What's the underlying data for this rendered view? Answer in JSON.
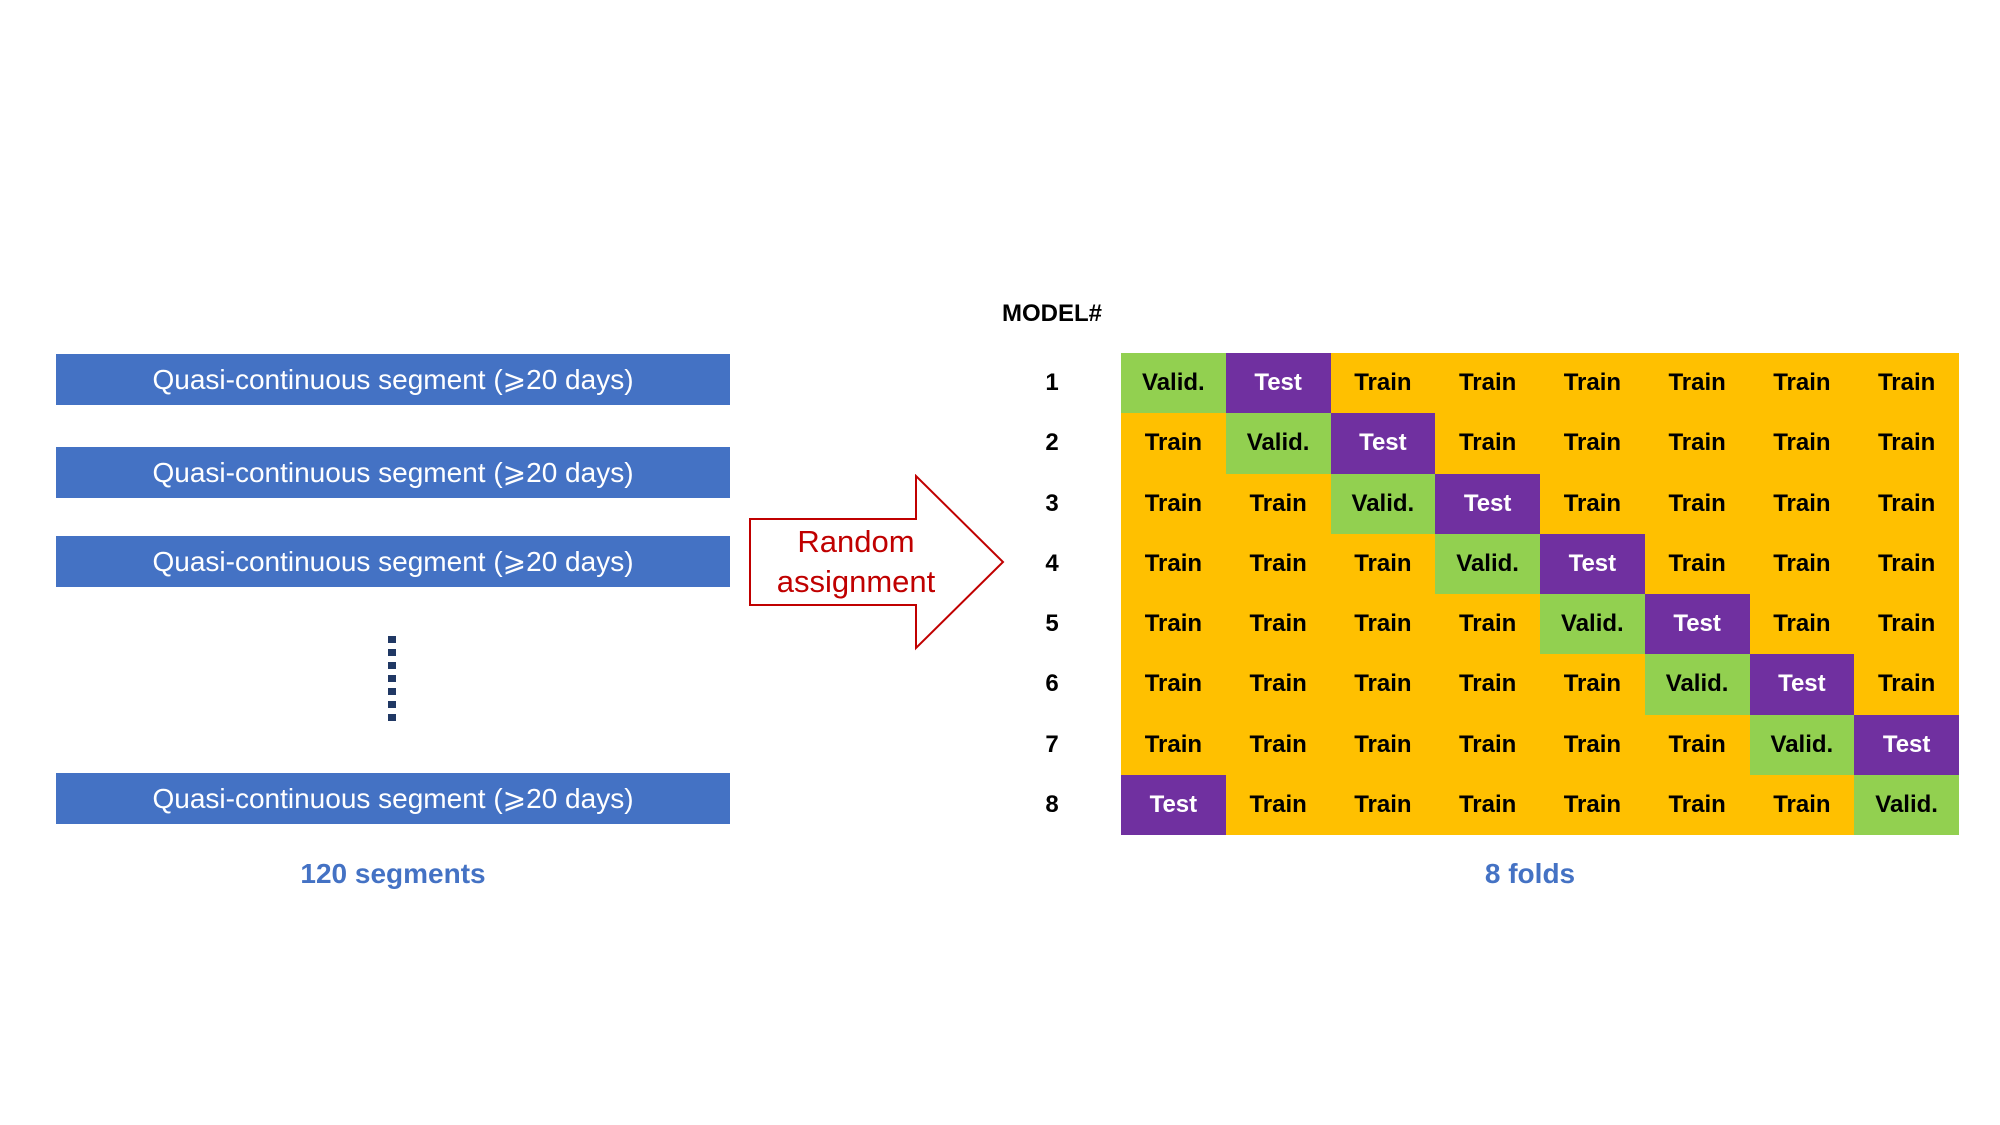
{
  "segments": {
    "items": [
      "Quasi-continuous segment (⩾20 days)",
      "Quasi-continuous segment (⩾20 days)",
      "Quasi-continuous segment (⩾20 days)",
      "Quasi-continuous segment (⩾20 days)"
    ],
    "caption": "120 segments"
  },
  "arrow": {
    "label_line1": "Random",
    "label_line2": "assignment"
  },
  "folds": {
    "header": "MODEL#",
    "caption": "8 folds",
    "rows": [
      {
        "model": "1",
        "cells": [
          "Valid.",
          "Test",
          "Train",
          "Train",
          "Train",
          "Train",
          "Train",
          "Train"
        ]
      },
      {
        "model": "2",
        "cells": [
          "Train",
          "Valid.",
          "Test",
          "Train",
          "Train",
          "Train",
          "Train",
          "Train"
        ]
      },
      {
        "model": "3",
        "cells": [
          "Train",
          "Train",
          "Valid.",
          "Test",
          "Train",
          "Train",
          "Train",
          "Train"
        ]
      },
      {
        "model": "4",
        "cells": [
          "Train",
          "Train",
          "Train",
          "Valid.",
          "Test",
          "Train",
          "Train",
          "Train"
        ]
      },
      {
        "model": "5",
        "cells": [
          "Train",
          "Train",
          "Train",
          "Train",
          "Valid.",
          "Test",
          "Train",
          "Train"
        ]
      },
      {
        "model": "6",
        "cells": [
          "Train",
          "Train",
          "Train",
          "Train",
          "Train",
          "Valid.",
          "Test",
          "Train"
        ]
      },
      {
        "model": "7",
        "cells": [
          "Train",
          "Train",
          "Train",
          "Train",
          "Train",
          "Train",
          "Valid.",
          "Test"
        ]
      },
      {
        "model": "8",
        "cells": [
          "Test",
          "Train",
          "Train",
          "Train",
          "Train",
          "Train",
          "Train",
          "Valid."
        ]
      }
    ]
  },
  "colors": {
    "segment_fill": "#4472c4",
    "caption_text": "#4472c4",
    "arrow_stroke": "#c00000",
    "train": "#ffc000",
    "valid": "#92d050",
    "test": "#7030a0"
  }
}
